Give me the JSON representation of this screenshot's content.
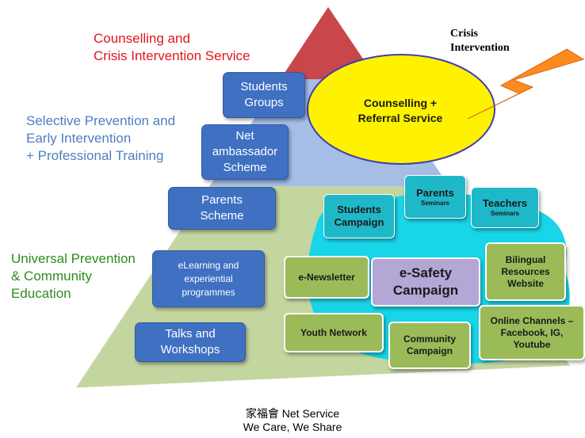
{
  "colors": {
    "top_tier": "#c8474a",
    "middle_tier": "#a6bde6",
    "bottom_tier": "#c4d6a0",
    "blue_box": "#3f70c2",
    "teal_box": "#1fb8c9",
    "green_box": "#9bbb59",
    "purple_box": "#b4a7d6",
    "ellipse_fill": "#fff200",
    "bolt": "#ff8a1c"
  },
  "tiers": {
    "top": [
      "Counselling and",
      "Crisis Intervention Service"
    ],
    "middle": [
      "Selective Prevention and",
      "Early Intervention",
      "+ Professional Training"
    ],
    "bottom": [
      "Universal Prevention",
      "& Community",
      "Education"
    ]
  },
  "crisis": {
    "line1": "Crisis",
    "line2": "Intervention"
  },
  "counselling": {
    "line1": "Counselling +",
    "line2": "Referral Service"
  },
  "blue_boxes": {
    "students_groups": [
      "Students",
      "Groups"
    ],
    "net_ambassador": [
      "Net",
      "ambassador",
      "Scheme"
    ],
    "parents_scheme": [
      "Parents",
      "Scheme"
    ],
    "elearning": [
      "eLearning and",
      "experiential",
      "programmes"
    ],
    "talks": [
      "Talks and",
      "Workshops"
    ]
  },
  "teal_boxes": {
    "students_campaign": [
      "Students",
      "Campaign"
    ],
    "parents": {
      "title": "Parents",
      "sub": "Seminars"
    },
    "teachers": {
      "title": "Teachers",
      "sub": "Seminars"
    }
  },
  "green_boxes": {
    "enewsletter": [
      "e-Newsletter"
    ],
    "bilingual": [
      "Bilingual",
      "Resources",
      "Website"
    ],
    "youth_network": [
      "Youth Network"
    ],
    "community_campaign": [
      "Community",
      "Campaign"
    ],
    "online_channels": [
      "Online Channels –",
      "Facebook, IG,",
      "Youtube"
    ]
  },
  "esafety": [
    "e-Safety",
    "Campaign"
  ],
  "footer": {
    "line1": "家福會 Net Service",
    "line2": "We Care, We Share"
  }
}
